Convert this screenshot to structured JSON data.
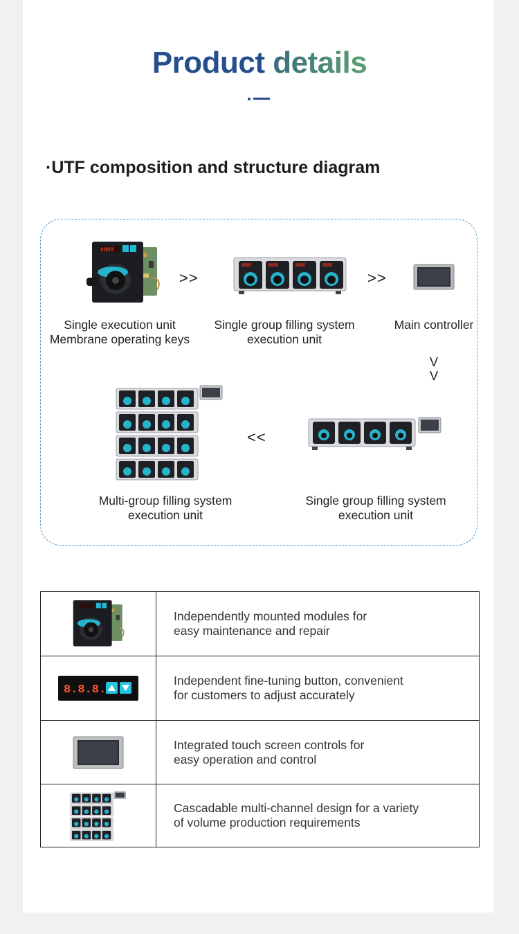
{
  "header": {
    "title_word1": "Product",
    "title_word2": "details"
  },
  "section": {
    "heading": "·UTF composition and structure diagram"
  },
  "diagram": {
    "nodes": [
      {
        "line1": "Single execution unit",
        "line2": "Membrane operating keys"
      },
      {
        "line1": "Single group filling system",
        "line2": "execution unit"
      },
      {
        "line1": "Main controller",
        "line2": ""
      },
      {
        "line1": "Single group filling system",
        "line2": "execution unit"
      },
      {
        "line1": "Multi-group filling system",
        "line2": "execution unit"
      }
    ],
    "arrows": {
      "right1": ">>",
      "right2": ">>",
      "down_line1": "V",
      "down_line2": "V",
      "left": "<<"
    }
  },
  "features": [
    {
      "icon": "pump-module-icon",
      "line1": "Independently mounted modules for",
      "line2": "easy maintenance and repair"
    },
    {
      "icon": "fine-tuning-keypad-icon",
      "line1": "Independent fine-tuning button, convenient",
      "line2": "for customers to adjust accurately",
      "display_digits": "8.8.8.8"
    },
    {
      "icon": "touch-screen-icon",
      "line1": "Integrated touch screen controls for",
      "line2": "easy operation and control"
    },
    {
      "icon": "multi-channel-rack-icon",
      "line1": "Cascadable multi-channel design for a variety",
      "line2": "of volume production requirements"
    }
  ],
  "colors": {
    "title_blue": "#264e8c",
    "title_green": "#5aa06d",
    "dashed_border": "#4f9fd6",
    "pump_head_accent": "#28b3c9"
  }
}
